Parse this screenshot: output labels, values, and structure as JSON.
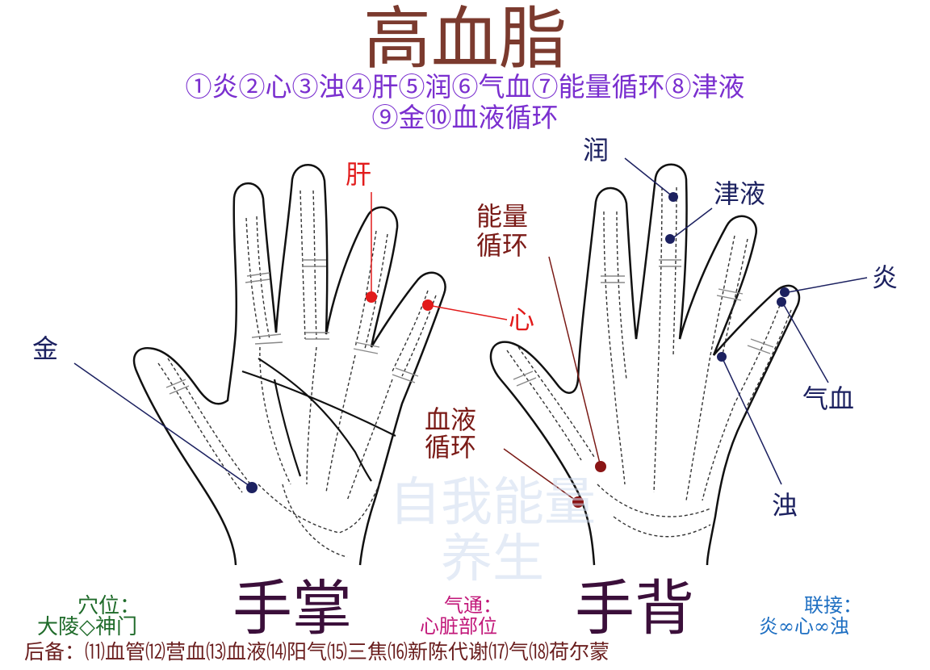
{
  "title": "高血脂",
  "points_legend": {
    "line1": "①炎②心③浊④肝⑤润⑥气血⑦能量循环⑧津液",
    "line2": "⑨金⑩血液循环"
  },
  "labels": {
    "gan": "肝",
    "xin": "心",
    "jin": "金",
    "nengliang_1": "能量",
    "nengliang_2": "循环",
    "xueye_1": "血液",
    "xueye_2": "循环",
    "run": "润",
    "jinye": "津液",
    "yan": "炎",
    "qixue": "气血",
    "zhuo": "浊"
  },
  "watermark": {
    "line1": "自我能量",
    "line2": "养生"
  },
  "palm_title": "手掌",
  "back_title": "手背",
  "acupoint": {
    "label": "穴位：",
    "value": "大陵◇神门"
  },
  "qitong": {
    "label": "气通：",
    "value": "心脏部位"
  },
  "lianjie": {
    "label": "联接：",
    "value": "炎∞心∞浊"
  },
  "footer": "后备：⑾血管⑿营血⒀血液⒁阳气⒂三焦⒃新陈代谢⒄气⒅荷尔蒙",
  "colors": {
    "title": "#7b3a2e",
    "legend": "#7a2fcf",
    "red_point": "#e21b1b",
    "navy_point": "#1c2160",
    "maroon_point": "#8a1515"
  }
}
